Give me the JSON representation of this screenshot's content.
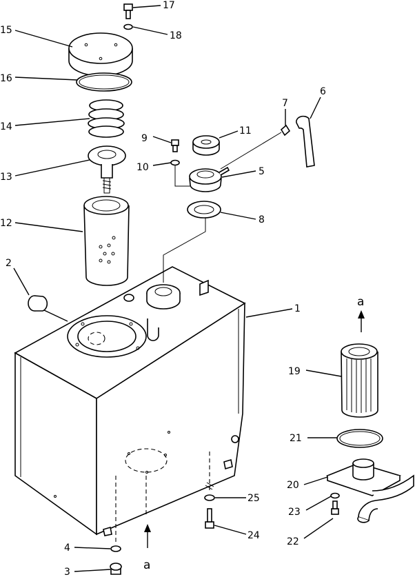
{
  "labels": {
    "p1": "1",
    "p2": "2",
    "p3": "3",
    "p4": "4",
    "p5": "5",
    "p6": "6",
    "p7": "7",
    "p8": "8",
    "p9": "9",
    "p10": "10",
    "p11": "11",
    "p12": "12",
    "p13": "13",
    "p14": "14",
    "p15": "15",
    "p16": "16",
    "p17": "17",
    "p18": "18",
    "p19": "19",
    "p20": "20",
    "p21": "21",
    "p22": "22",
    "p23": "23",
    "p24": "24",
    "p25": "25",
    "arrow_a_top": "a",
    "arrow_a_bottom": "a"
  }
}
